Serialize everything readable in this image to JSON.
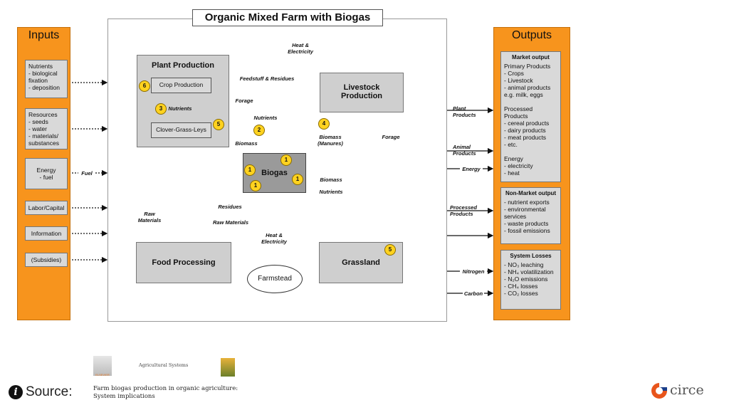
{
  "title": "Organic Mixed Farm with Biogas",
  "inputs": {
    "title": "Inputs",
    "items": [
      "Nutrients\n- biological\n  fixation\n- deposition",
      "Resources\n- seeds\n- water\n- materials/\n  substances",
      "Energy\n- fuel",
      "Labor/Capital",
      "Information",
      "(Subsidies)"
    ],
    "fuel_label": "Fuel"
  },
  "outputs": {
    "title": "Outputs",
    "market": {
      "heading": "Market output",
      "text": "Primary Products\n- Crops\n- Livestock\n- animal products\n  e.g. milk, eggs\n\nProcessed Products\n- cereal products\n- dairy products\n- meat products\n- etc.\n\nEnergy\n- electricity\n- heat"
    },
    "non_market": {
      "heading": "Non-Market output",
      "text": "- nutrient exports\n- environmental\n  services\n- waste products\n- fossil emissions"
    },
    "losses": {
      "heading": "System Losses",
      "text": "- NO₃ leaching\n- NH₄ volatilization\n- N₂O emissions\n- CH₄ losses\n- CO₂ losses"
    }
  },
  "blocks": {
    "plant_production": "Plant Production",
    "crop_production": "Crop Production",
    "clover": "Clover-Grass-Leys",
    "livestock": "Livestock\nProduction",
    "biogas": "Biogas",
    "food_processing": "Food Processing",
    "grassland": "Grassland",
    "farmstead": "Farmstead"
  },
  "badges": [
    "6",
    "3",
    "5",
    "2",
    "4",
    "1",
    "1",
    "1",
    "1",
    "5"
  ],
  "flow_labels": {
    "heat_electricity_top": "Heat &\nElectricity",
    "feedstuff": "Feedstuff & Residues",
    "forage_top": "Forage",
    "nutrients_inner": "Nutrients",
    "nutrients_biogas": "Nutrients",
    "biomass_plant": "Biomass",
    "biomass_manures": "Biomass\n(Manures)",
    "forage_right": "Forage",
    "biomass_right": "Biomass",
    "nutrients_right": "Nutrients",
    "residues": "Residues",
    "raw_materials_left": "Raw\nMaterials",
    "raw_materials_mid": "Raw Materials",
    "heat_electricity_bottom": "Heat &\nElectricity",
    "plant_products": "Plant\nProducts",
    "animal_products": "Animal\nProducts",
    "energy": "Energy",
    "processed_products": "Processed\nProducts",
    "nitrogen": "Nitrogen",
    "carbon": "Carbon"
  },
  "source": {
    "label": "Source:",
    "journal": "Agricultural Systems",
    "publisher": "ELSEVIER",
    "paper_title": "Farm biogas production in organic agriculture:\nSystem implications",
    "logo_text": "circe"
  }
}
